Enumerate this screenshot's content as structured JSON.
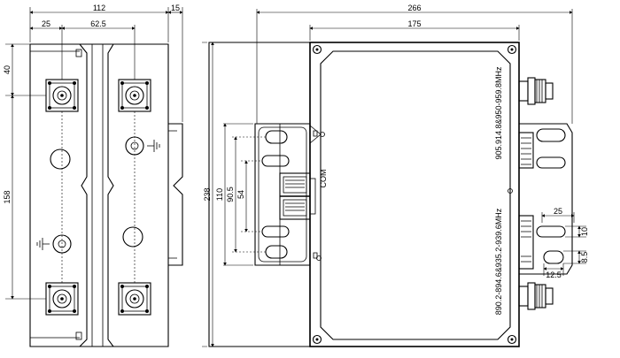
{
  "dimensions": {
    "d112": "112",
    "d15": "15",
    "d25_top": "25",
    "d62_5": "62.5",
    "d40": "40",
    "d158": "158",
    "d266": "266",
    "d175": "175",
    "d238": "238",
    "d110": "110",
    "d90_5": "90.5",
    "d54": "54",
    "d25_right": "25",
    "d10": "10",
    "d8_5": "8.5",
    "d12_5": "12.5"
  },
  "labels": {
    "com": "COM",
    "band_upper": "905.914.8&950-959.8MHz",
    "band_lower": "890.2-894.6&935.2-939.6MHz"
  }
}
